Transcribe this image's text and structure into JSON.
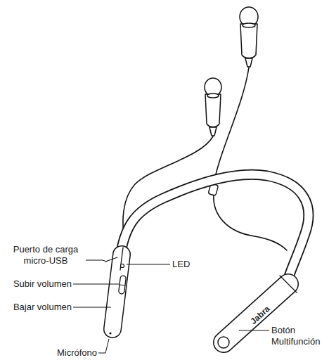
{
  "diagram": {
    "labels": [
      "Puerto de carga micro-USB",
      "Subir volumen",
      "Bajar volumen",
      "Micrófono",
      "LED",
      "Botón Multifunción",
      "Jabra"
    ]
  }
}
